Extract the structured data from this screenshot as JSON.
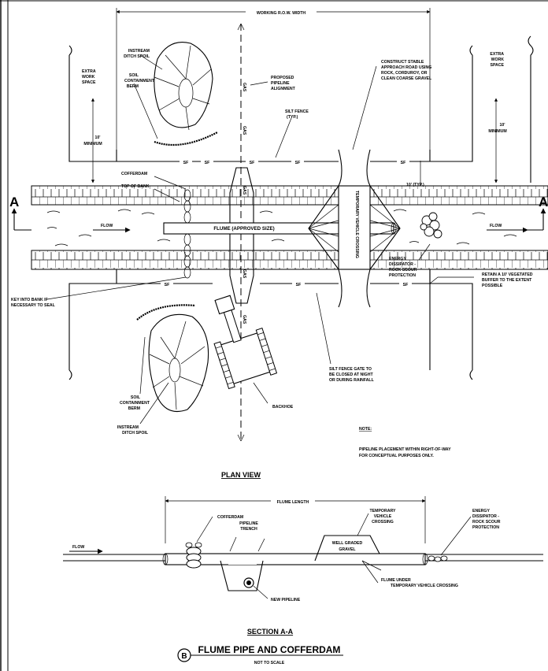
{
  "plan_view": {
    "title": "PLAN VIEW",
    "working_row_width": "WORKING R.O.W. WIDTH",
    "extra_work_space_left": [
      "EXTRA",
      "WORK",
      "SPACE"
    ],
    "extra_work_space_right": [
      "EXTRA",
      "WORK",
      "SPACE"
    ],
    "ten_ft_min_left": [
      "10'",
      "MINIMUM"
    ],
    "ten_ft_min_right": [
      "10'",
      "MINIMUM"
    ],
    "instream_spoil_top": [
      "INSTREAM",
      "DITCH SPOIL"
    ],
    "soil_berm_top": [
      "SOIL",
      "CONTAINMENT",
      "BERM"
    ],
    "proposed_alignment": [
      "PROPOSED",
      "PIPELINE",
      "ALIGNMENT"
    ],
    "silt_fence_typ": [
      "SILT FENCE",
      "(TYP.)"
    ],
    "approach_road": [
      "CONSTRUCT STABLE",
      "APPROACH ROAD USING",
      "ROCK, CORDUROY, OR",
      "CLEAN COARSE GRAVEL"
    ],
    "cofferdam": "COFFERDAM",
    "top_of_bank": "TOP OF BANK",
    "ten_ft_typ": "10' (TYP.)",
    "section_marker": "A",
    "flow": "FLOW",
    "flume_approved": "FLUME (APPROVED SIZE)",
    "temp_vehicle_crossing": "TEMPORARY VEHICLE CROSSING",
    "energy_dissipator": [
      "ENERGY",
      "DISSIPATOR -",
      "ROCK SCOUR",
      "PROTECTION"
    ],
    "retain_buffer": [
      "RETAIN A 10' VEGETATED",
      "BUFFER TO THE EXTENT",
      "POSSIBLE"
    ],
    "key_into_bank": [
      "KEY INTO BANK IF",
      "NECESSARY TO SEAL"
    ],
    "silt_fence_gate": [
      "SILT FENCE GATE TO",
      "BE CLOSED AT NIGHT",
      "OR DURING RAINFALL"
    ],
    "backhoe": "BACKHOE",
    "soil_berm_bottom": [
      "SOIL",
      "CONTAINMENT",
      "BERM"
    ],
    "instream_spoil_bottom": [
      "INSTREAM",
      "DITCH SPOIL"
    ],
    "sf": "SF",
    "gas": "GAS",
    "note_heading": "NOTE:",
    "note_text": [
      "PIPELINE PLACEMENT WITHIN RIGHT-OF-WAY",
      "FOR CONCEPTUAL PURPOSES ONLY."
    ]
  },
  "section_aa": {
    "title": "SECTION A-A",
    "flume_length": "FLUME LENGTH",
    "cofferdam": "COFFERDAM",
    "pipeline_trench": [
      "PIPELINE",
      "TRENCH"
    ],
    "temp_vehicle_crossing": [
      "TEMPORARY",
      "VEHICLE",
      "CROSSING"
    ],
    "well_graded_gravel": [
      "WELL GRADED",
      "GRAVEL"
    ],
    "energy_dissipator": [
      "ENERGY",
      "DISSIPATOR -",
      "ROCK SCOUR",
      "PROTECTION"
    ],
    "flow": "FLOW",
    "new_pipeline": "NEW PIPELINE",
    "flume_under": [
      "FLUME UNDER",
      "TEMPORARY VEHICLE CROSSING"
    ]
  },
  "footer": {
    "badge": "B",
    "title": "FLUME PIPE AND COFFERDAM",
    "subtitle": "NOT TO SCALE"
  }
}
